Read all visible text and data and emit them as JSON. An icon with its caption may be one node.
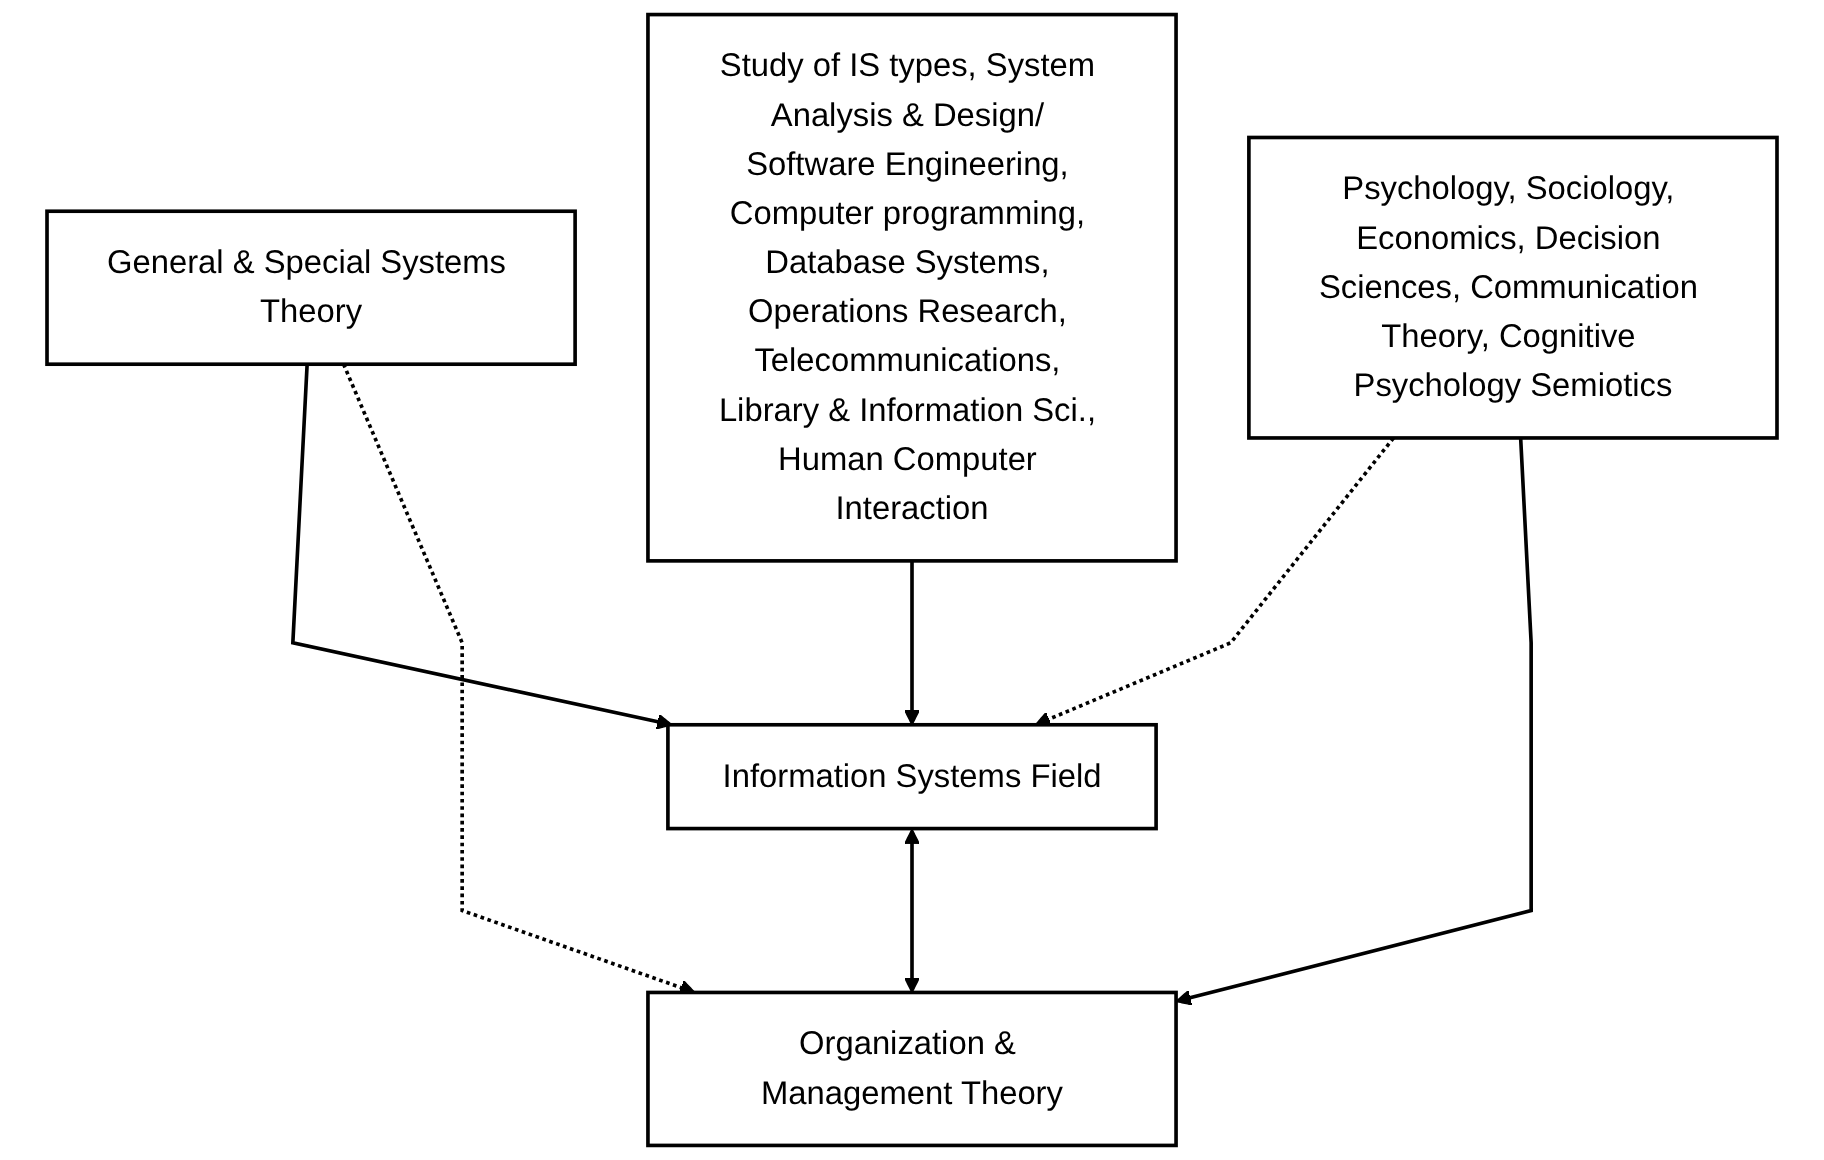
{
  "diagram": {
    "nodes": [
      {
        "text": [
          "Study of IS types, System Analysis & Design/ Software Engineering, Computer programming, Database Systems, Operations Research, Telecommunications, Library & Information Sci., Human Computer Interaction"
        ]
      },
      {
        "text": [
          "General & Special Systems Theory"
        ]
      },
      {
        "text": [
          "Psychology, Sociology, Economics, Decision Sciences, Communication Theory, Cognitive Psychology Semiotics"
        ]
      },
      {
        "text": [
          "Information Systems Field"
        ]
      },
      {
        "text": [
          "Organization & Management Theory"
        ]
      }
    ],
    "edges": [
      {
        "from": 0,
        "to": 3,
        "arrow": "to"
      },
      {
        "from": 1,
        "to": 3,
        "arrow": "to"
      },
      {
        "from": 1,
        "to": 4,
        "arrow": "to",
        "style": "dashed"
      },
      {
        "from": 2,
        "to": 3,
        "arrow": "to",
        "style": "dashed"
      },
      {
        "from": 2,
        "to": 4,
        "arrow": "to"
      },
      {
        "from": 3,
        "to": 4,
        "arrow": "both"
      }
    ]
  }
}
